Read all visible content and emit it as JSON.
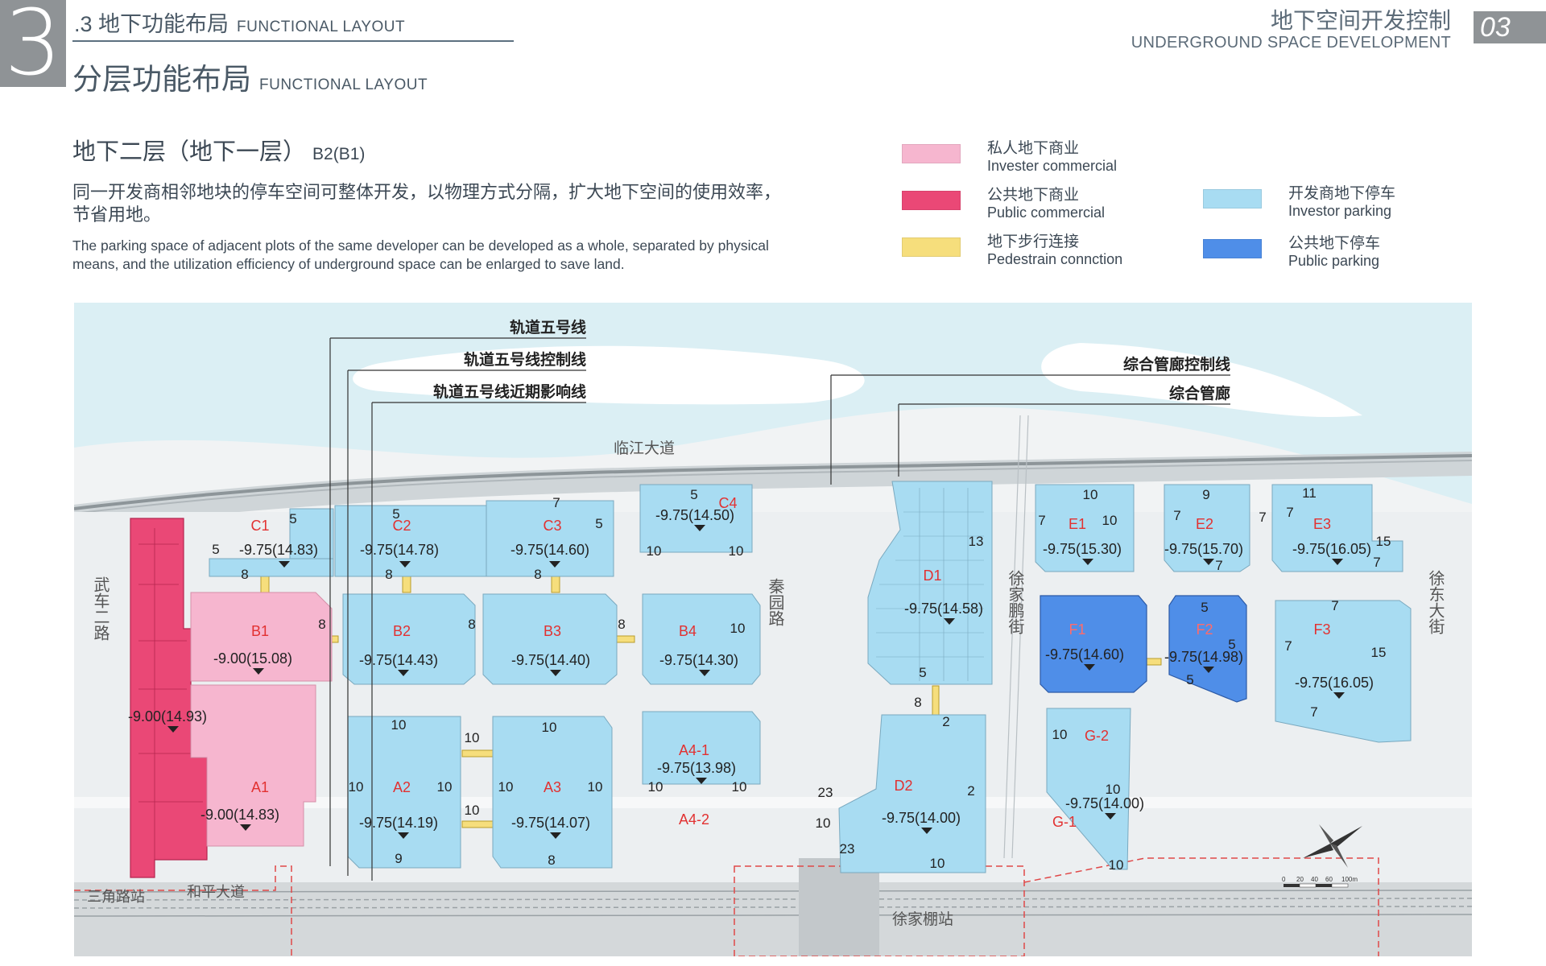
{
  "header": {
    "section_number": "3",
    "section_title": ".3 地下功能布局",
    "section_title_en": "FUNCTIONAL LAYOUT",
    "subsection_title": "分层功能布局",
    "subsection_title_en": "FUNCTIONAL LAYOUT",
    "doc_title": "地下空间开发控制",
    "doc_title_en": "UNDERGROUND SPACE DEVELOPMENT",
    "page_number": "03"
  },
  "level": {
    "title": "地下二层（地下一层）",
    "code": "B2(B1)"
  },
  "description": {
    "cn": "同一开发商相邻地块的停车空间可整体开发，以物理方式分隔，扩大地下空间的使用效率，节省用地。",
    "en": "The parking space of adjacent plots of the same developer can be developed as a whole, separated by physical means, and the utilization efficiency of underground space can be enlarged to save land."
  },
  "legend": [
    {
      "key": "invester_commercial",
      "cn": "私人地下商业",
      "en": "Invester commercial",
      "color": "#f6b6cf"
    },
    {
      "key": "public_commercial",
      "cn": "公共地下商业",
      "en": "Public commercial",
      "color": "#ea4876"
    },
    {
      "key": "pedestrian",
      "cn": "地下步行连接",
      "en": "Pedestrain connction",
      "color": "#f6de7c"
    },
    {
      "key": "investor_parking",
      "cn": "开发商地下停车",
      "en": "Investor parking",
      "color": "#a8dcf2"
    },
    {
      "key": "public_parking",
      "cn": "公共地下停车",
      "en": "Public parking",
      "color": "#4f8ee8"
    }
  ],
  "map": {
    "callouts": [
      "轨道五号线",
      "轨道五号线控制线",
      "轨道五号线近期影响线",
      "综合管廊控制线",
      "综合管廊"
    ],
    "streets": {
      "north": "临江大道",
      "west": "武车二路",
      "qinyuan": "秦园路",
      "xujiapeng": "徐家鹏街",
      "xudong": "徐东大街",
      "heping": "和平大道",
      "sanjiaolu": "三角路站",
      "xujiapeng_station": "徐家棚站"
    },
    "plots": [
      {
        "id": "C1",
        "elev": "-9.75(14.83)",
        "use": "investor_parking"
      },
      {
        "id": "C2",
        "elev": "-9.75(14.78)",
        "use": "investor_parking"
      },
      {
        "id": "C3",
        "elev": "-9.75(14.60)",
        "use": "investor_parking"
      },
      {
        "id": "C4",
        "elev": "-9.75(14.50)",
        "use": "investor_parking"
      },
      {
        "id": "B1",
        "elev": "-9.00(15.08)",
        "use": "invester_commercial"
      },
      {
        "id": "B2",
        "elev": "-9.75(14.43)",
        "use": "investor_parking"
      },
      {
        "id": "B3",
        "elev": "-9.75(14.40)",
        "use": "investor_parking"
      },
      {
        "id": "B4",
        "elev": "-9.75(14.30)",
        "use": "investor_parking"
      },
      {
        "id": "A1",
        "elev": "-9.00(14.83)",
        "use": "invester_commercial"
      },
      {
        "id": "A2",
        "elev": "-9.75(14.19)",
        "use": "investor_parking"
      },
      {
        "id": "A3",
        "elev": "-9.75(14.07)",
        "use": "investor_parking"
      },
      {
        "id": "A4-1",
        "elev": "-9.75(13.98)",
        "use": "investor_parking"
      },
      {
        "id": "A4-2",
        "elev": "",
        "use": "none"
      },
      {
        "id": "D1",
        "elev": "-9.75(14.58)",
        "use": "investor_parking"
      },
      {
        "id": "D2",
        "elev": "-9.75(14.00)",
        "use": "investor_parking"
      },
      {
        "id": "E1",
        "elev": "-9.75(15.30)",
        "use": "investor_parking"
      },
      {
        "id": "E2",
        "elev": "-9.75(15.70)",
        "use": "investor_parking"
      },
      {
        "id": "E3",
        "elev": "-9.75(16.05)",
        "use": "investor_parking"
      },
      {
        "id": "F1",
        "elev": "-9.75(14.60)",
        "use": "public_parking"
      },
      {
        "id": "F2",
        "elev": "-9.75(14.98)",
        "use": "public_parking"
      },
      {
        "id": "F3",
        "elev": "-9.75(16.05)",
        "use": "investor_parking"
      },
      {
        "id": "G-1",
        "elev": "",
        "use": "investor_parking"
      },
      {
        "id": "G-2",
        "elev": "-9.75(14.00)",
        "use": "investor_parking"
      },
      {
        "id": "W",
        "elev": "-9.00(14.93)",
        "use": "public_commercial"
      }
    ],
    "setbacks": [
      "5",
      "5",
      "8",
      "5",
      "8",
      "7",
      "5",
      "8",
      "5",
      "10",
      "10",
      "8",
      "8",
      "8",
      "10",
      "10",
      "10",
      "10",
      "10",
      "10",
      "10",
      "10",
      "9",
      "8",
      "10",
      "10",
      "10",
      "7",
      "7",
      "9",
      "13",
      "5",
      "8",
      "2",
      "23",
      "10",
      "23",
      "2",
      "10",
      "10",
      "10",
      "7",
      "7",
      "11",
      "7",
      "15",
      "7",
      "5",
      "5",
      "5",
      "7",
      "7",
      "15",
      "7",
      "10",
      "10",
      "10"
    ],
    "scale_labels": [
      "0",
      "20",
      "40",
      "60",
      "100m"
    ]
  }
}
